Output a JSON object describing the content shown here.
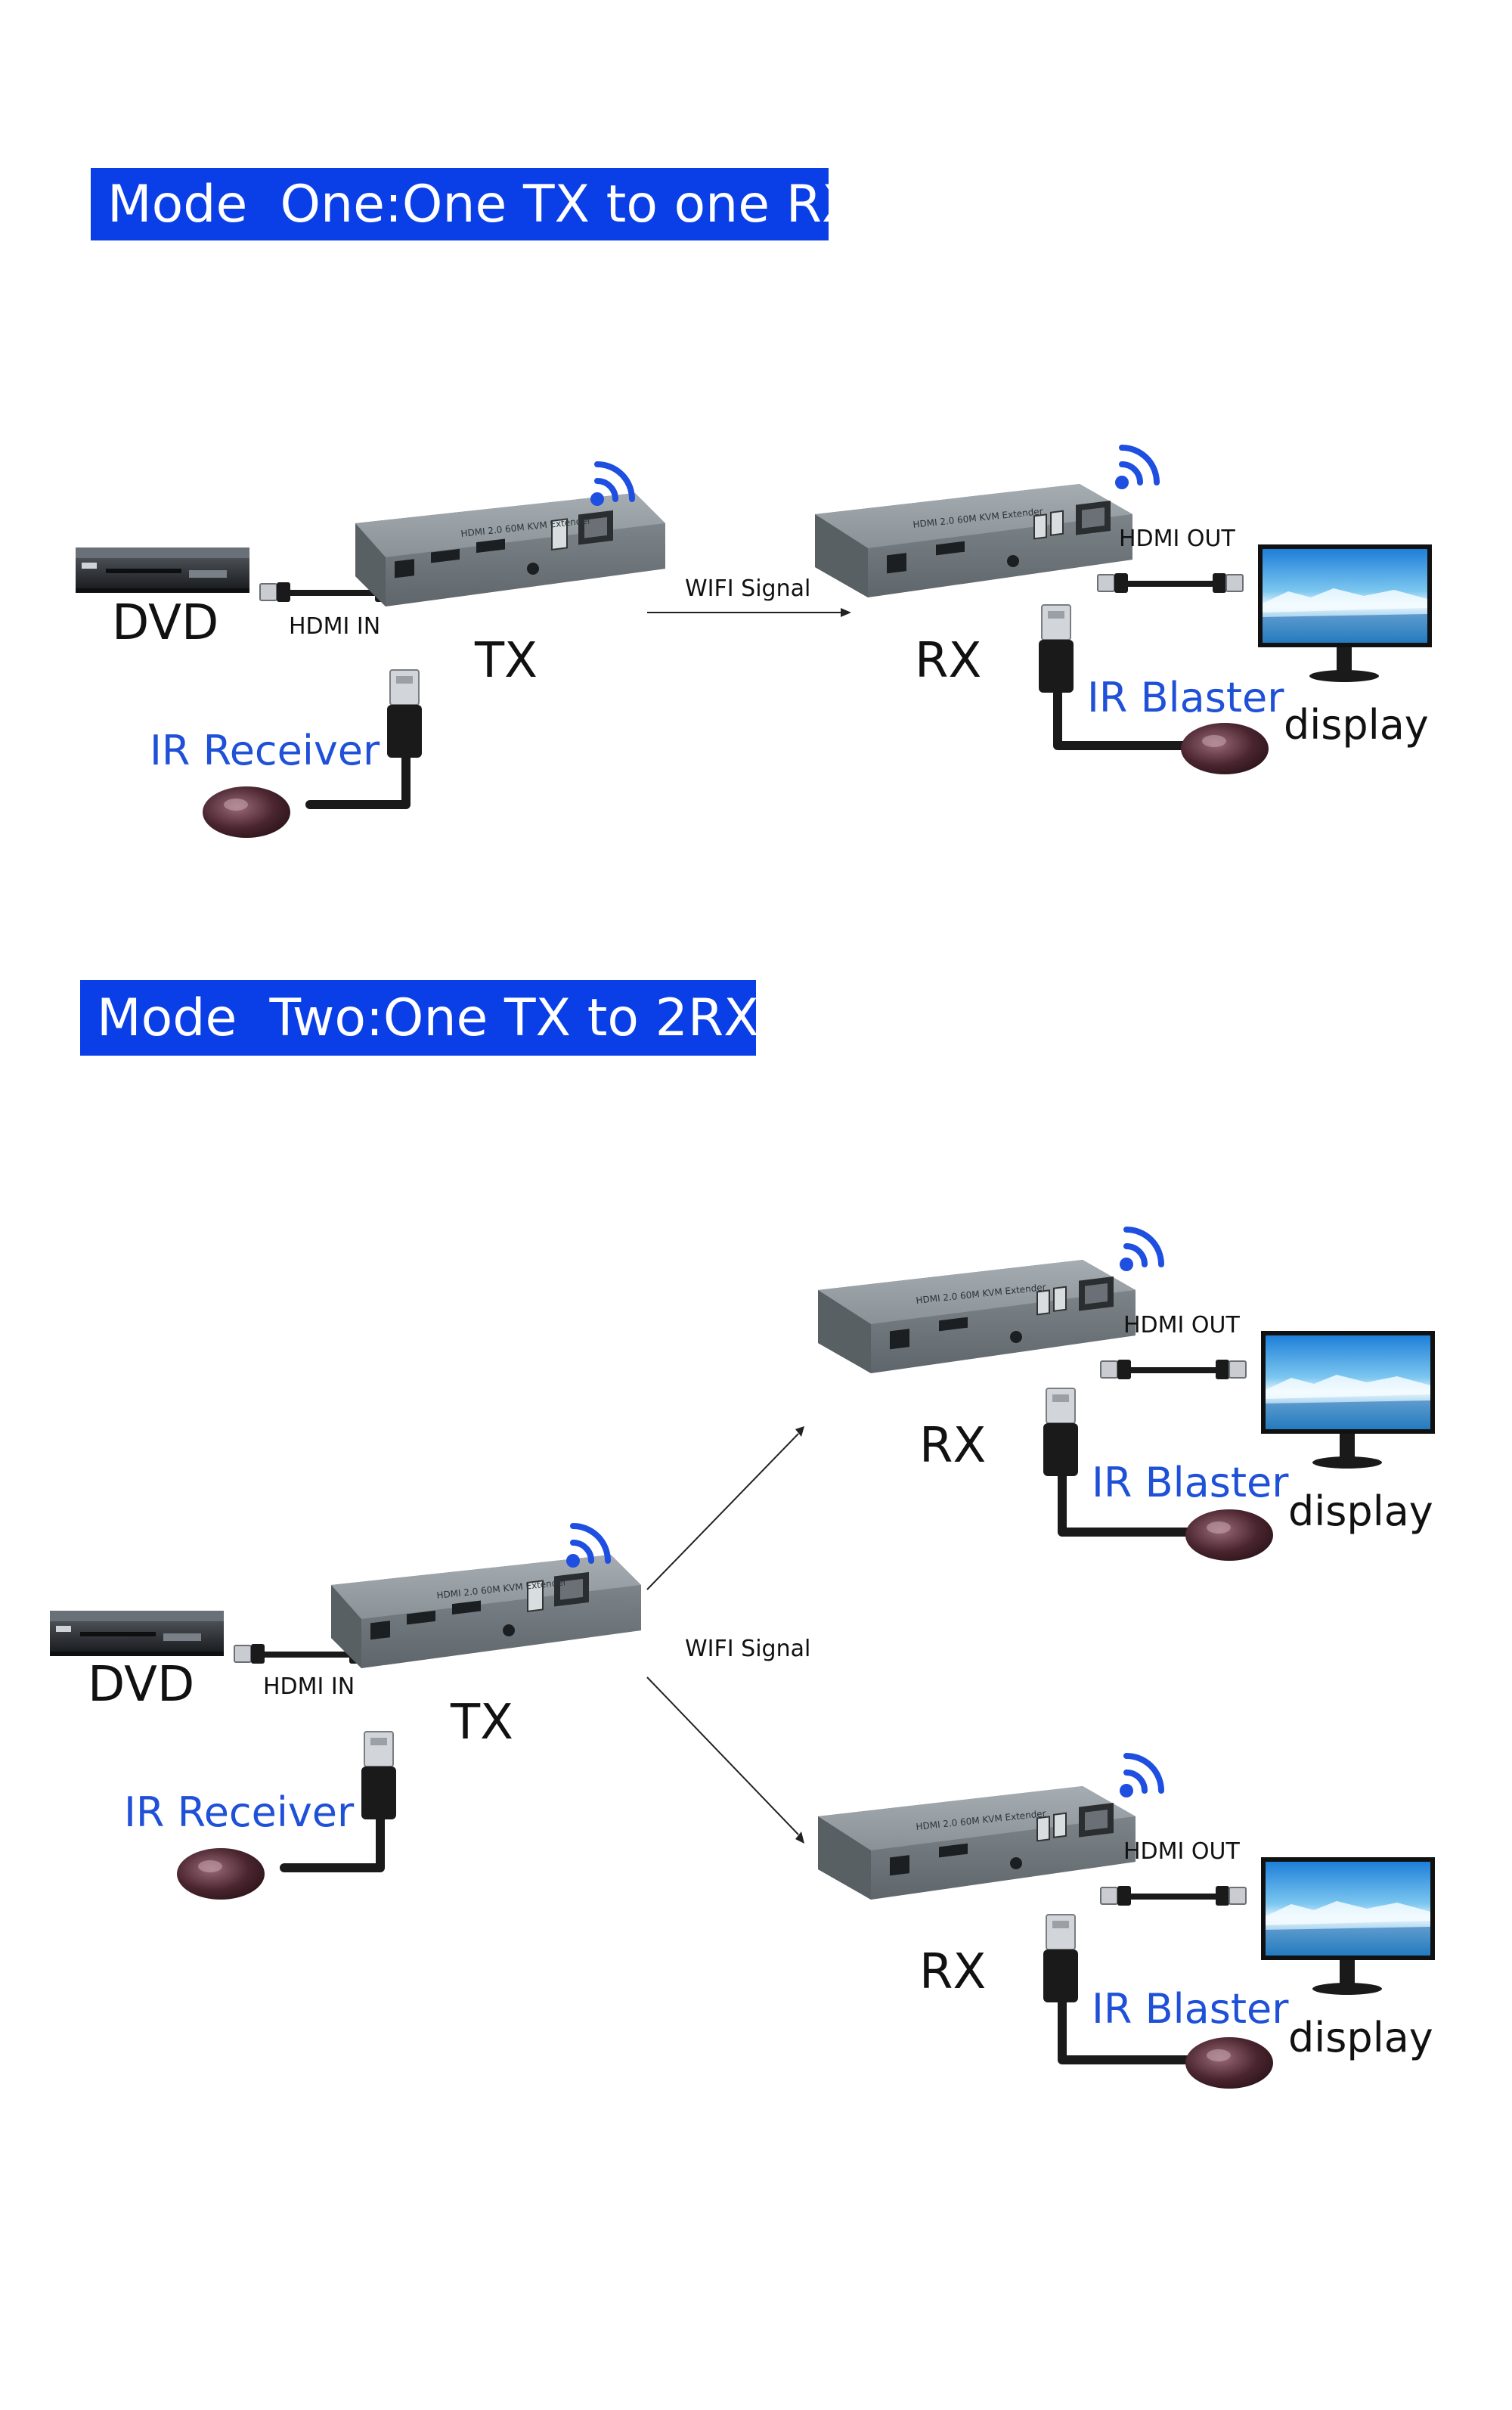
{
  "mode1": {
    "title": "Mode  One:One TX to one RX",
    "dvd": "DVD",
    "hdmi_in": "HDMI IN",
    "tx": "TX",
    "ir_receiver": "IR Receiver",
    "wifi_signal": "WIFI Signal",
    "hdmi_out": "HDMI OUT",
    "rx": "RX",
    "ir_blaster": "IR Blaster",
    "display": "display"
  },
  "mode2": {
    "title": "Mode  Two:One TX to 2RX",
    "dvd": "DVD",
    "hdmi_in": "HDMI IN",
    "tx": "TX",
    "ir_receiver": "IR Receiver",
    "wifi_signal": "WIFI Signal",
    "rx_units": [
      {
        "hdmi_out": "HDMI OUT",
        "rx": "RX",
        "ir_blaster": "IR Blaster",
        "display": "display"
      },
      {
        "hdmi_out": "HDMI OUT",
        "rx": "RX",
        "ir_blaster": "IR Blaster",
        "display": "display"
      }
    ]
  },
  "colors": {
    "banner": "#0a3fe8",
    "label_blue": "#1f50d8",
    "wifi_icon": "#1f4fe0",
    "device_gray": "#8b9399"
  },
  "device_text": "HDMI 2.0 60M KVM Extender"
}
